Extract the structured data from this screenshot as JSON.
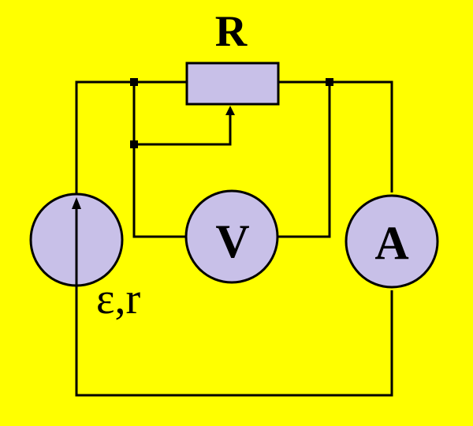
{
  "colors": {
    "background": "#ffff00",
    "component_fill": "#c8c0e8",
    "wire": "#000000"
  },
  "labels": {
    "resistor": "R",
    "voltmeter": "V",
    "ammeter": "A",
    "source": "ε,r"
  }
}
